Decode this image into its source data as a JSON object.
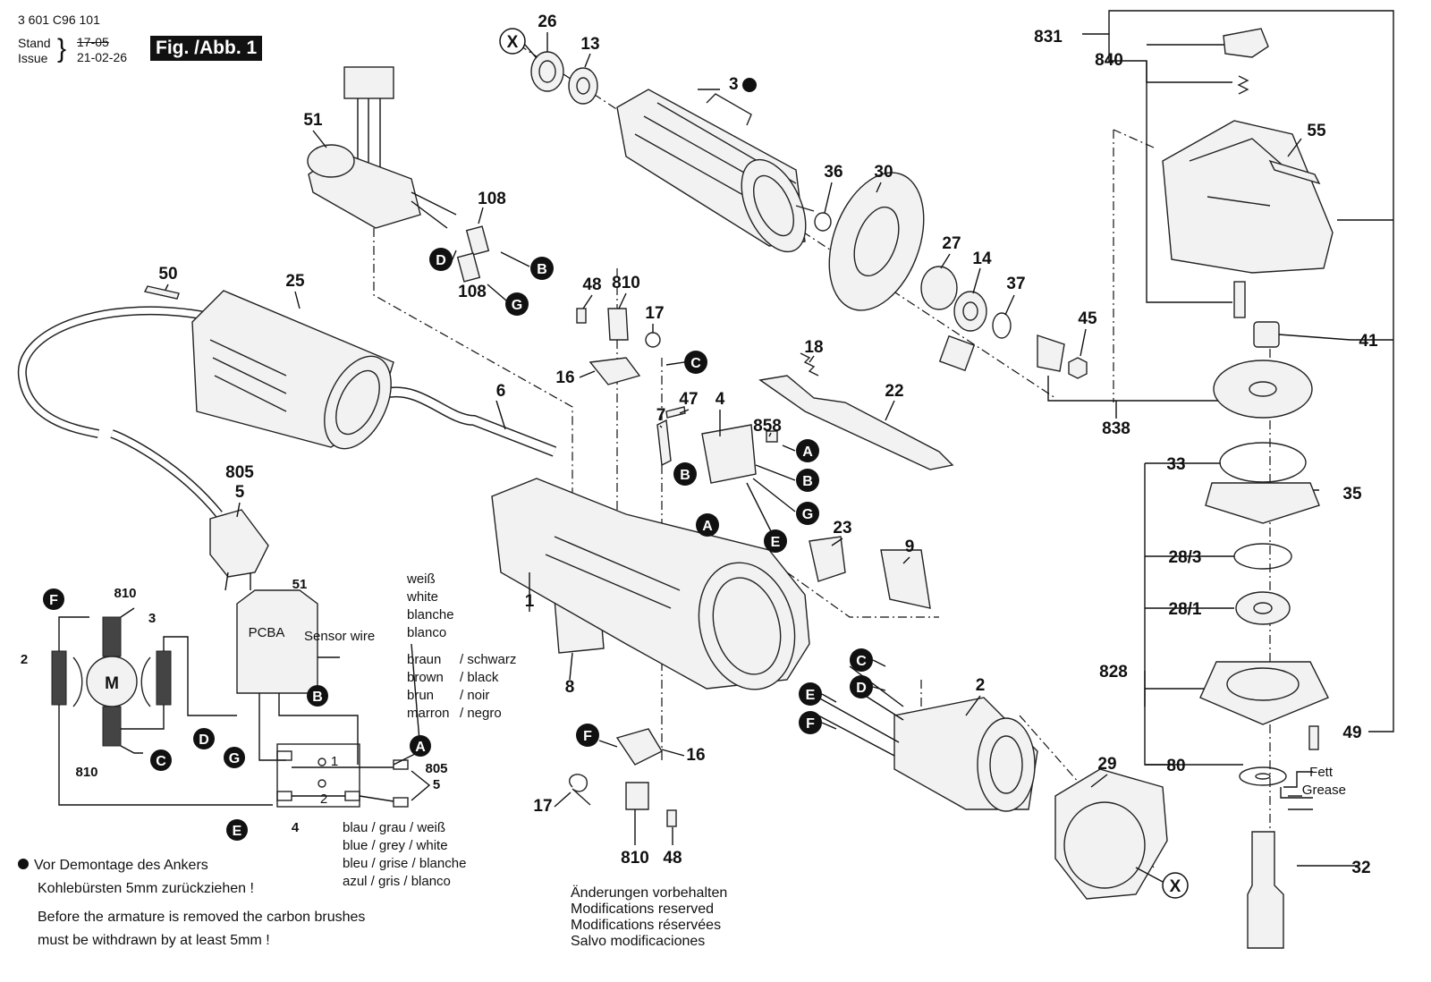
{
  "header": {
    "doc_number": "3 601 C96 101",
    "stand_label": "Stand",
    "issue_label": "Issue",
    "stand_old": "17-05",
    "stand_new": "21-02-26",
    "figure": "Fig. /Abb. 1"
  },
  "labels": {
    "p3": "3",
    "p26": "26",
    "p13": "13",
    "pX1": "X",
    "p51a": "51",
    "p108a": "108",
    "p108b": "108",
    "p36": "36",
    "p30": "30",
    "p27": "27",
    "p14": "14",
    "p37": "37",
    "p45": "45",
    "p831": "831",
    "p840": "840",
    "p55": "55",
    "p41": "41",
    "p838": "838",
    "p33": "33",
    "p35": "35",
    "p28_3": "28/3",
    "p28_1": "28/1",
    "p828": "828",
    "p49": "49",
    "p80": "80",
    "p32": "32",
    "p50": "50",
    "p25": "25",
    "p6": "6",
    "p48a": "48",
    "p810a": "810",
    "p17a": "17",
    "p16a": "16",
    "p18": "18",
    "p22": "22",
    "p7": "7",
    "p47": "47",
    "p4": "4",
    "p858": "858",
    "p805a": "805",
    "p5a": "5",
    "p1": "1",
    "p23": "23",
    "p9": "9",
    "p8": "8",
    "p2": "2",
    "p29": "29",
    "pX2": "X",
    "p16b": "16",
    "p17b": "17",
    "p810b": "810",
    "p48b": "48"
  },
  "wiring": {
    "f_top": "F",
    "m810_top": "810",
    "m3": "3",
    "m2": "2",
    "motor": "M",
    "c": "C",
    "m810_bot": "810",
    "d": "D",
    "g": "G",
    "b": "B",
    "e": "E",
    "a": "A",
    "m51": "51",
    "pcba": "PCBA",
    "sensor": "Sensor wire",
    "w805": "805",
    "w5": "5",
    "w4": "4",
    "t1": "1",
    "t2": "2",
    "colors_top": [
      "weiß",
      "white",
      "blanche",
      "blanco"
    ],
    "colors_mid_left": [
      "braun",
      "brown",
      "brun",
      "marron"
    ],
    "colors_mid_right": [
      "/ schwarz",
      "/ black",
      "/ noir",
      "/ negro"
    ],
    "colors_bottom": [
      "blau / grau / weiß",
      "blue / grey / white",
      "bleu / grise / blanche",
      "azul / gris  / blanco"
    ]
  },
  "grease": {
    "de": "Fett",
    "en": "Grease"
  },
  "circled": {
    "D": "D",
    "B": "B",
    "G": "G",
    "C": "C",
    "A": "A",
    "E": "E",
    "F": "F"
  },
  "notes": {
    "line1": "Vor Demontage des Ankers",
    "line2": "Kohlebürsten 5mm zurückziehen !",
    "line3": "Before the armature is removed the carbon brushes",
    "line4": "must be withdrawn by at least 5mm !"
  },
  "modifications": [
    "Änderungen vorbehalten",
    "Modifications reserved",
    "Modifications réservées",
    "Salvo modificaciones"
  ]
}
